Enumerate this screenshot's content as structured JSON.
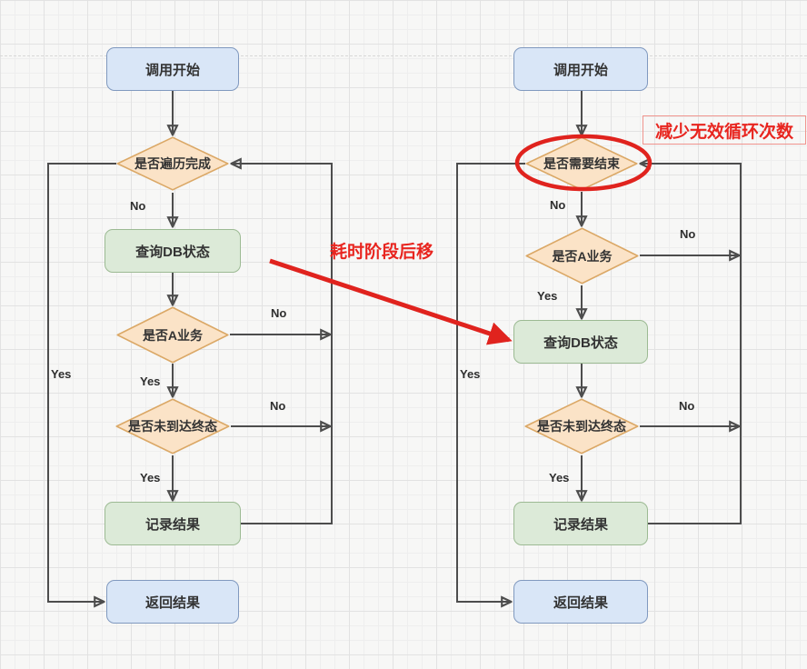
{
  "labels": {
    "no": "No",
    "yes": "Yes"
  },
  "annotations": {
    "loop_note": "减少无效循环次数",
    "move_note": "耗时阶段后移"
  },
  "flows": {
    "left": {
      "start": "调用开始",
      "check_done": "是否遍历完成",
      "query_db": "查询DB状态",
      "check_biz": "是否A业务",
      "check_final": "是否未到达终态",
      "record": "记录结果",
      "finish": "返回结果"
    },
    "right": {
      "start": "调用开始",
      "check_end": "是否需要结束",
      "check_biz": "是否A业务",
      "query_db": "查询DB状态",
      "check_final": "是否未到达终态",
      "record": "记录结果",
      "finish": "返回结果"
    }
  },
  "colors": {
    "terminal_fill": "#d9e6f7",
    "terminal_stroke": "#8099bf",
    "process_fill": "#dcead8",
    "process_stroke": "#9cba93",
    "decision_fill": "#fbe3c7",
    "decision_stroke": "#dba866",
    "edge": "#4d4d4d",
    "annotation_red": "#e0231e"
  }
}
